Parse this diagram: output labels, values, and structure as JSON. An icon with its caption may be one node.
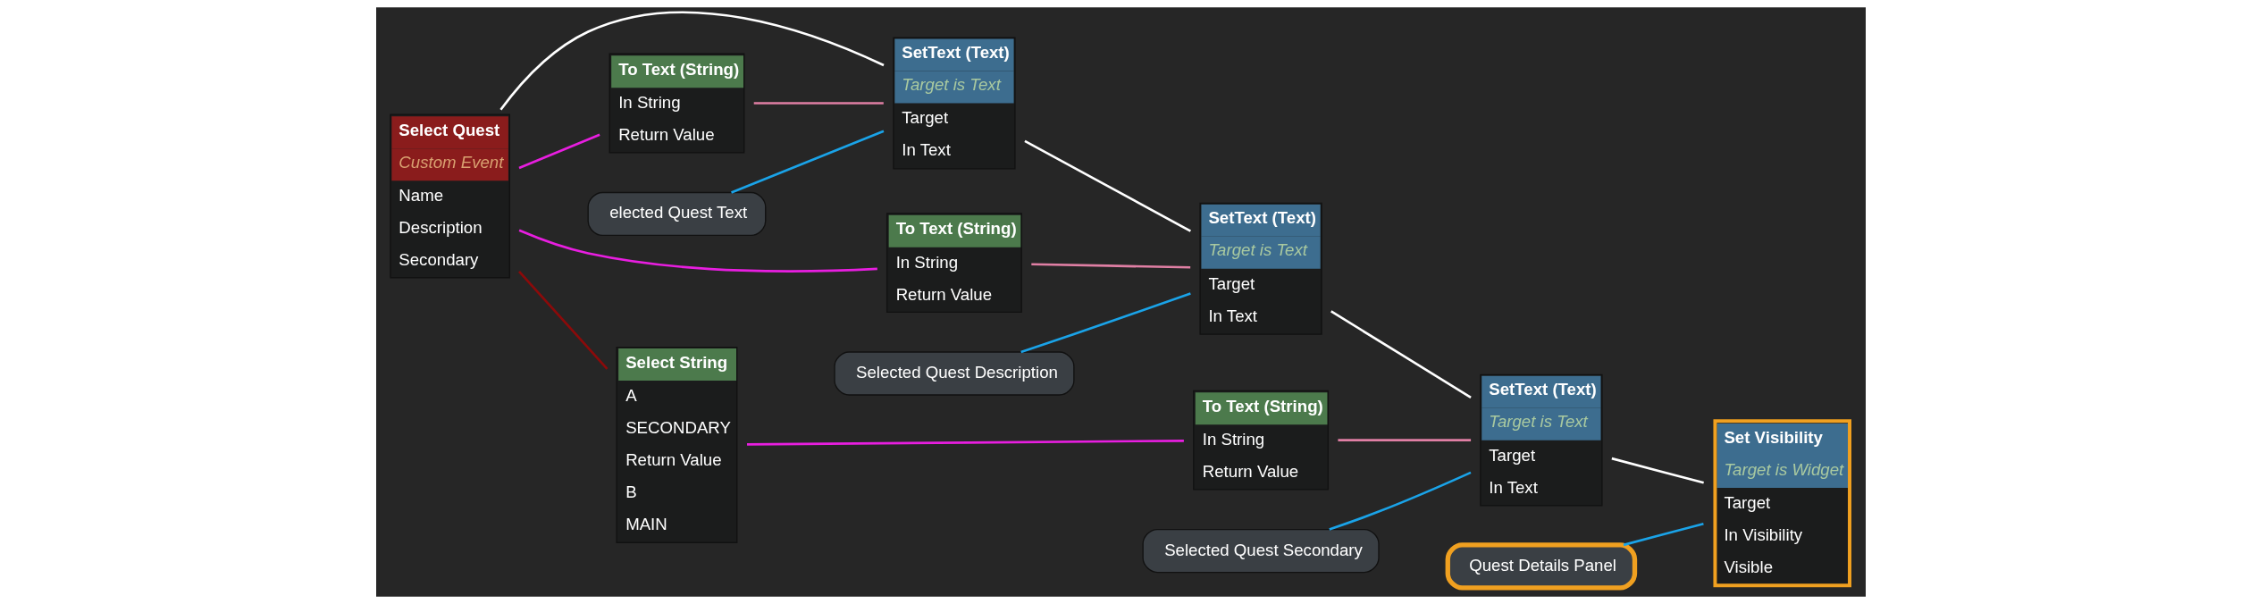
{
  "diagram": {
    "nodes": [
      {
        "text": [
          "Select Quest",
          "Custom Event",
          "Name",
          "Description",
          "Secondary"
        ]
      },
      {
        "text": [
          "SetText (Text)",
          "Target is Text",
          "Target",
          "In Text"
        ]
      },
      {
        "text": [
          "SetText (Text)",
          "Target is Text",
          "Target",
          "In Text"
        ]
      },
      {
        "text": [
          "Selected Quest Secondary"
        ]
      },
      {
        "text": [
          "SetText (Text)",
          "Target is Text",
          "Target",
          "In Text"
        ]
      },
      {
        "text": [
          "Set Visibility",
          "Target is Widget",
          "Target",
          "In Visibility",
          "Visible"
        ]
      },
      {
        "text": [
          "To Text (String)",
          "In String",
          "Return Value"
        ]
      },
      {
        "text": [
          "To Text (String)",
          "In String",
          "Return Value"
        ]
      },
      {
        "text": [
          "elected Quest Text"
        ]
      },
      {
        "text": [
          "To Text (String)",
          "In String",
          "Return Value"
        ]
      },
      {
        "text": [
          "Selected Quest Description"
        ]
      },
      {
        "text": [
          "Select String",
          "A",
          "SECONDARY",
          "Return Value",
          "B",
          "MAIN"
        ]
      },
      {
        "text": [
          "Quest Details Panel"
        ]
      }
    ],
    "edges": [
      {
        "from": 0,
        "to": 1,
        "arrow": "none"
      },
      {
        "from": 1,
        "to": 2,
        "arrow": "none"
      },
      {
        "from": 2,
        "to": 4,
        "arrow": "none"
      },
      {
        "from": 4,
        "to": 5,
        "arrow": "none"
      },
      {
        "from": 0,
        "to": 9,
        "arrow": "none",
        "color": "#e81ee0"
      },
      {
        "from": 0,
        "to": 6,
        "arrow": "none",
        "color": "#e81ee0"
      },
      {
        "from": 0,
        "to": 11,
        "arrow": "none",
        "color": "#8b0a0a"
      },
      {
        "from": 8,
        "to": 1,
        "arrow": "none",
        "color": "#1aa3e8"
      },
      {
        "from": 9,
        "to": 1,
        "arrow": "none",
        "color": "#e07fa4"
      },
      {
        "from": 10,
        "to": 2,
        "arrow": "none",
        "color": "#1aa3e8"
      },
      {
        "from": 6,
        "to": 2,
        "arrow": "none",
        "color": "#e07fa4"
      },
      {
        "from": 3,
        "to": 4,
        "arrow": "none",
        "color": "#1aa3e8"
      },
      {
        "from": 7,
        "to": 4,
        "arrow": "none",
        "color": "#e07fa4"
      },
      {
        "from": 11,
        "to": 7,
        "arrow": "none",
        "color": "#e81ee0"
      },
      {
        "from": 12,
        "to": 5,
        "arrow": "none",
        "color": "#1aa3e8"
      }
    ]
  }
}
